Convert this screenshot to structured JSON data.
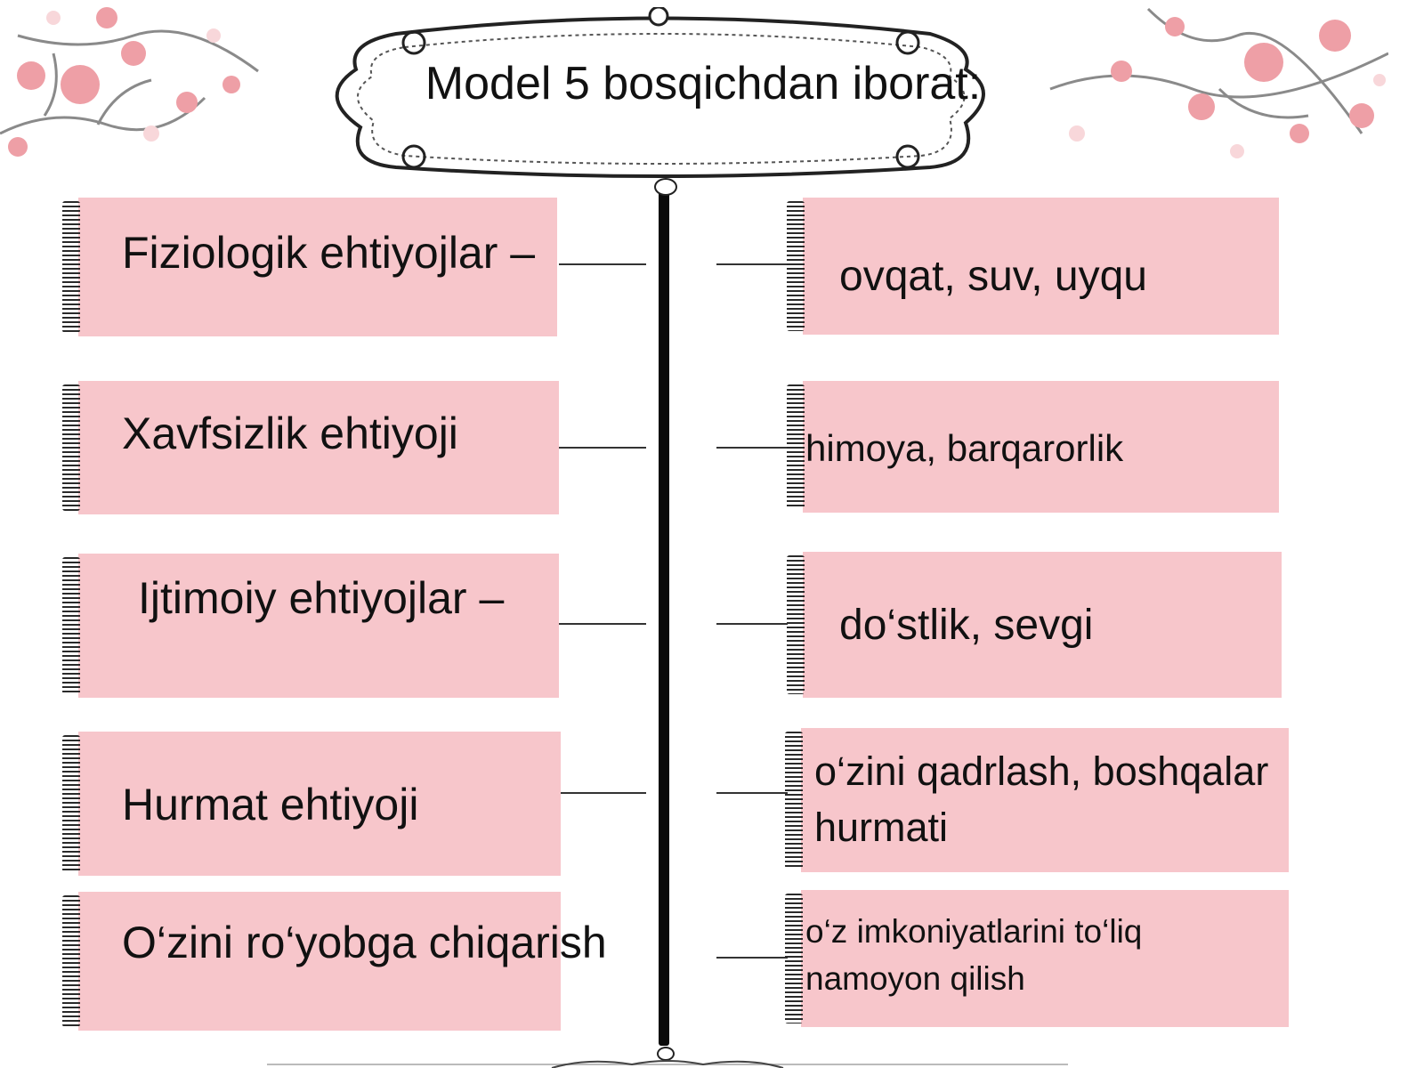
{
  "title": "Model 5 bosqichdan iborat:",
  "colors": {
    "card": "#f7c6cb",
    "spine": "#0a0a0a",
    "flower": "#ee9fa6",
    "branch": "#8a8a8a"
  },
  "stages": [
    {
      "need": "Fiziologik ehtiyojlar –",
      "example": "ovqat, suv, uyqu"
    },
    {
      "need": "Xavfsizlik ehtiyoji",
      "example": "himoya, barqarorlik"
    },
    {
      "need": "Ijtimoiy ehtiyojlar –",
      "example": "do‘stlik, sevgi"
    },
    {
      "need": "Hurmat ehtiyoji",
      "example": "o‘zini qadrlash, boshqalar hurmati"
    },
    {
      "need": "O‘zini ro‘yobga chiqarish",
      "example": "o‘z imkoniyatlarini to‘liq namoyon qilish"
    }
  ]
}
